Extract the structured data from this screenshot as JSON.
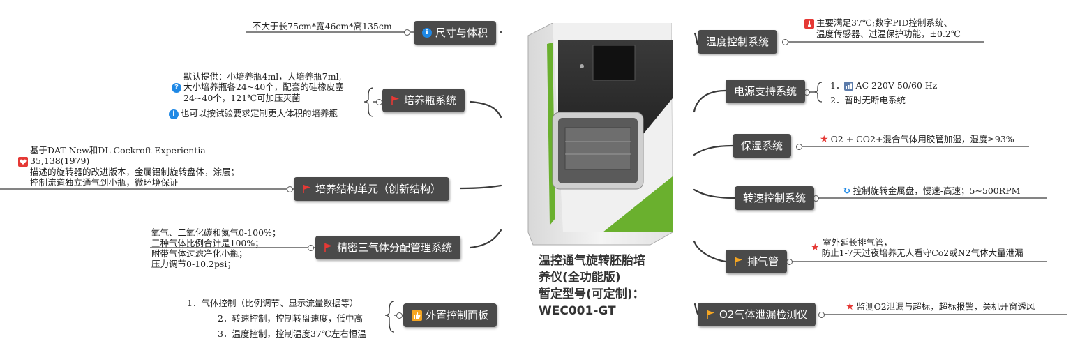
{
  "center": {
    "title_lines": [
      "温控通气旋转胚胎培",
      "养仪(全功能版)",
      "暂定型号(可定制)：",
      "WEC001-GT"
    ]
  },
  "left": {
    "size": {
      "label": "尺寸与体积",
      "icon": "info-icon",
      "detail": "不大于长75cm*宽46cm*高135cm"
    },
    "bottle": {
      "label": "培养瓶系统",
      "icon": "flag-icon",
      "detail_lines": [
        "默认提供：小培养瓶4ml，大培养瓶7ml,",
        "大小培养瓶各24~40个，配套的硅橡皮塞",
        "24~40个，121℃可加压灭菌"
      ],
      "detail2": "也可以按试验要求定制更大体积的培养瓶"
    },
    "culture": {
      "label": "培养结构单元（创新结构）",
      "icon": "flag-icon",
      "detail_lines": [
        "基于DAT New和DL Cockroft Experientia",
        "35,138(1979)",
        "描述的旋转器的改进版本，金属铝制旋转盘体，涂层；",
        "控制流道独立通气到小瓶，微环境保证"
      ]
    },
    "gas": {
      "label": "精密三气体分配管理系统",
      "icon": "flag-icon",
      "detail_lines": [
        "氧气、二氧化碳和氮气0-100%；",
        "三种气体比例合计是100%；",
        "附带气体过滤净化小瓶；",
        "压力调节0-10.2psi；"
      ]
    },
    "panel": {
      "label": "外置控制面板",
      "icon": "thumbs-up-icon",
      "items": [
        "1．气体控制（比例调节、显示流量数据等）",
        "2．转速控制，控制转盘速度，低中高",
        "3．温度控制，控制温度37℃左右恒温"
      ]
    }
  },
  "right": {
    "temp": {
      "label": "温度控制系统",
      "icon": "thermometer-icon",
      "detail_lines": [
        "主要满足37℃;数字PID控制系统、",
        "温度传感器、过温保护功能，±0.2℃"
      ]
    },
    "power": {
      "label": "电源支持系统",
      "items": [
        "1．",
        "AC 220V 50/60 Hz",
        "2．暂时无断电系统"
      ]
    },
    "humid": {
      "label": "保湿系统",
      "icon": "star-icon",
      "detail": "O2 + CO2+混合气体用胶管加湿，湿度≥93%"
    },
    "speed": {
      "label": "转速控制系统",
      "icon": "refresh-icon",
      "detail": "控制旋转金属盘，慢速-高速；5~500RPM"
    },
    "exhaust": {
      "label": "排气管",
      "icon": "flag-icon",
      "detail_lines": [
        "室外延长排气管，",
        "防止1-7天过夜培养无人看守Co2或N2气体大量泄漏"
      ]
    },
    "o2": {
      "label": "O2气体泄漏检测仪",
      "icon": "flag-icon",
      "detail": "监测O2泄漏与超标，超标报警，关机开窗透风"
    }
  },
  "colors": {
    "node_bg": "#4a4a4a",
    "flag_red": "#e53935",
    "flag_orange": "#f5a623",
    "info_blue": "#1e88e5",
    "device_green": "#6ab02e"
  }
}
